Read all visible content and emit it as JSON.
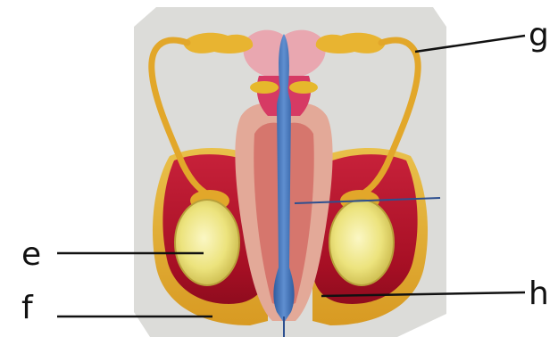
{
  "labels": {
    "g": "g",
    "e": "e",
    "f": "f",
    "h": "h"
  },
  "colors": {
    "paper": "#dcdcd9",
    "scrotum_red": "#b8142a",
    "scrotum_yellow": "#e8b730",
    "duct_yellow": "#e2a72a",
    "testis_fill": "#e9e07a",
    "urethra_blue": "#3f6fb5",
    "tissue_pink": "#e3a998",
    "leader_line": "#111111"
  }
}
